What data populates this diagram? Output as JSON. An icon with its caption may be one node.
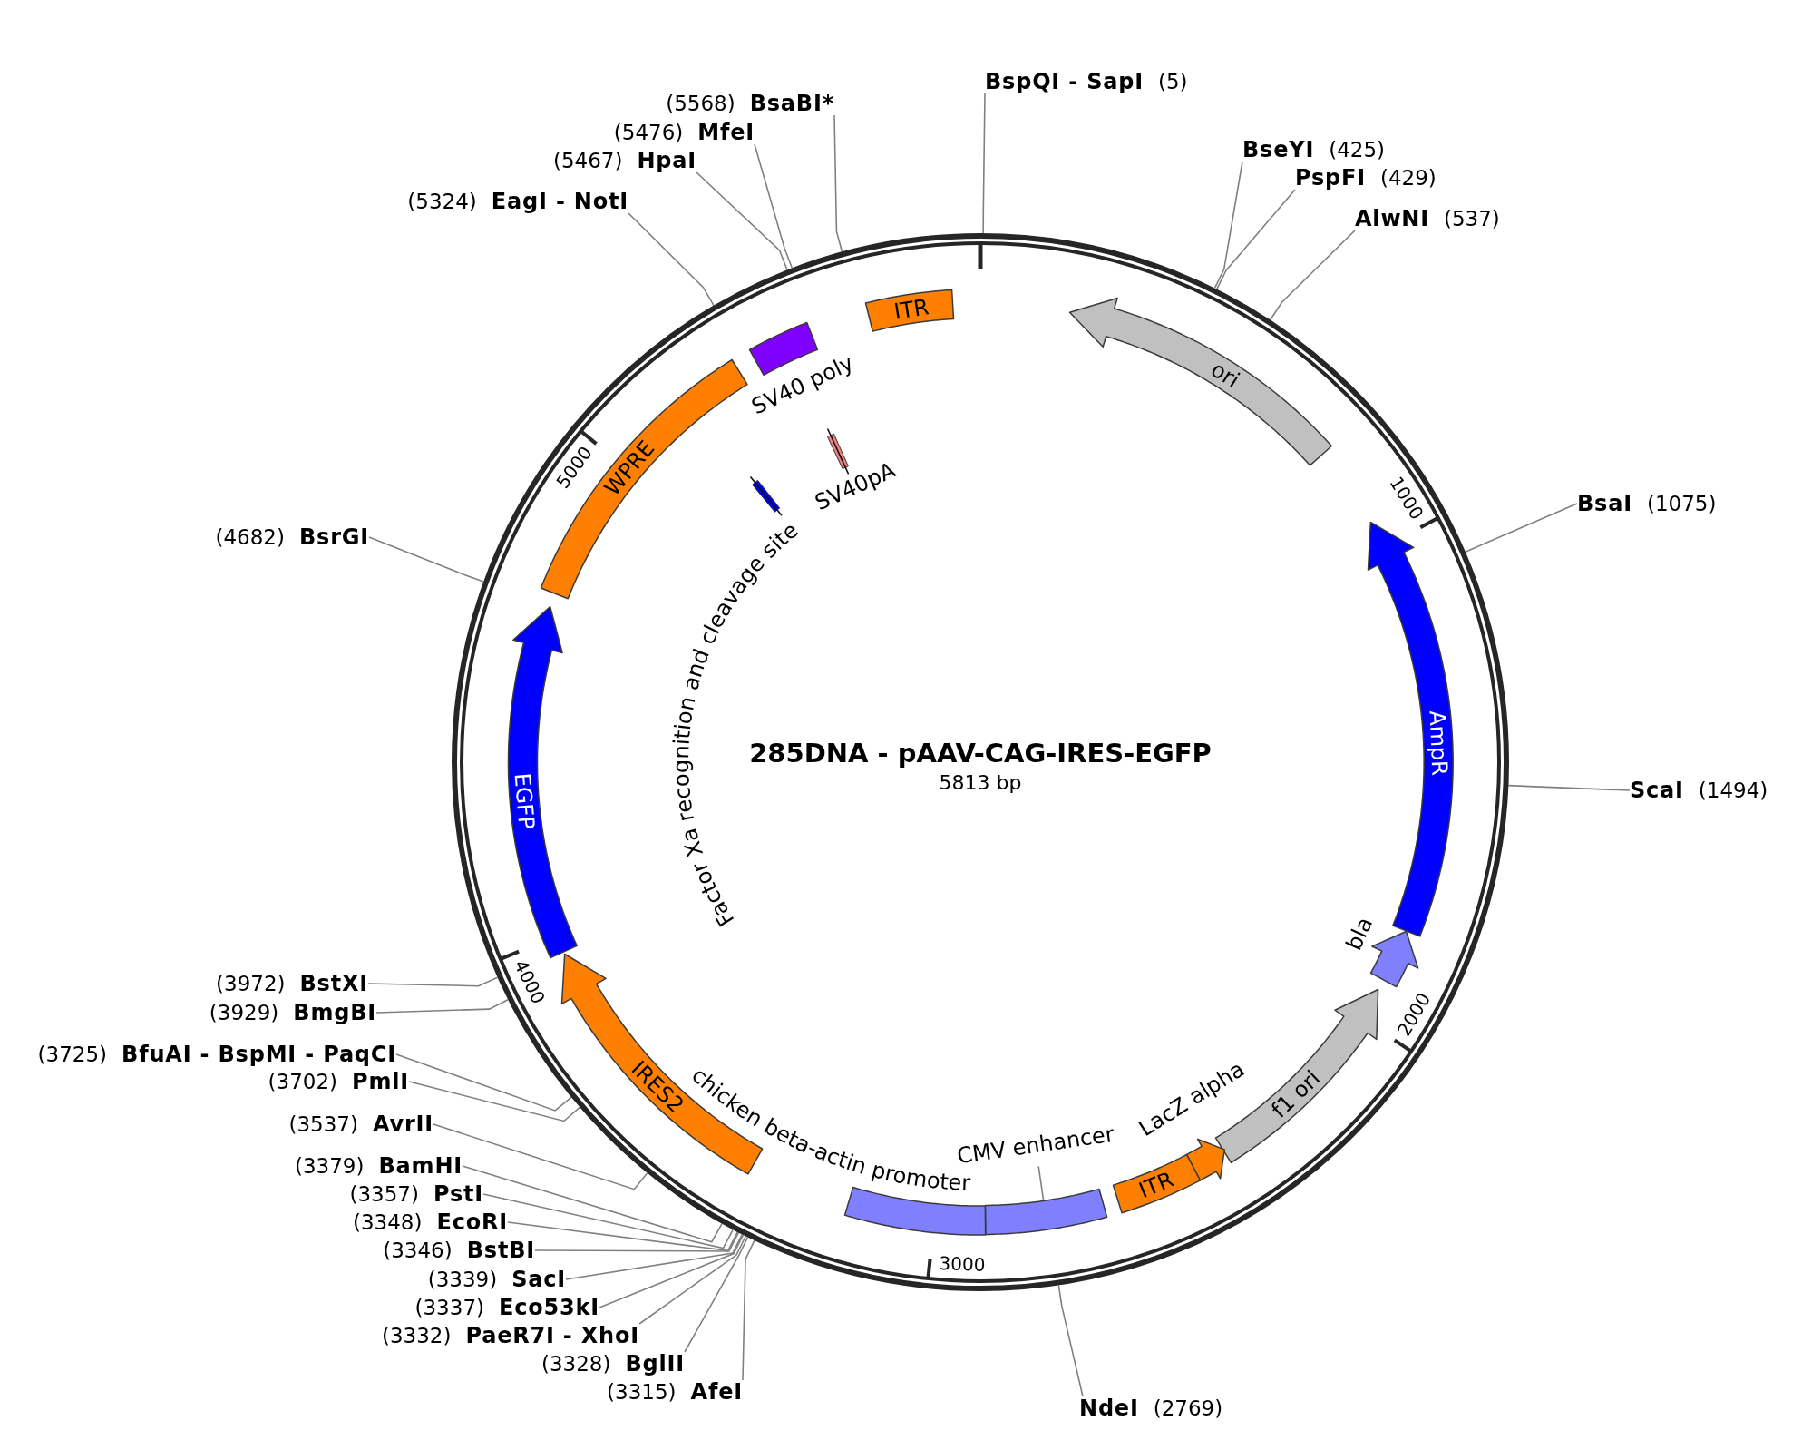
{
  "diagram": {
    "nodes": [
      {
        "text": [
          "285DNA - pAAV-CAG-IRES-EGFP",
          "5813 bp"
        ]
      },
      {
        "text": [
          "BspQI - SapI",
          "(5)"
        ]
      },
      {
        "text": [
          "BseYI",
          "(425)"
        ]
      },
      {
        "text": [
          "PspFI",
          "(429)"
        ]
      },
      {
        "text": [
          "AlwNI",
          "(537)"
        ]
      },
      {
        "text": [
          "BsaI",
          "(1075)"
        ]
      },
      {
        "text": [
          "ScaI",
          "(1494)"
        ]
      },
      {
        "text": [
          "NdeI",
          "(2769)"
        ]
      },
      {
        "text": [
          "(3315)",
          "AfeI"
        ]
      },
      {
        "text": [
          "(3328)",
          "BglII"
        ]
      },
      {
        "text": [
          "(3332)",
          "PaeR7I - XhoI"
        ]
      },
      {
        "text": [
          "(3337)",
          "Eco53kI"
        ]
      },
      {
        "text": [
          "(3339)",
          "SacI"
        ]
      },
      {
        "text": [
          "(3346)",
          "BstBI"
        ]
      },
      {
        "text": [
          "(3348)",
          "EcoRI"
        ]
      },
      {
        "text": [
          "(3357)",
          "PstI"
        ]
      },
      {
        "text": [
          "(3379)",
          "BamHI"
        ]
      },
      {
        "text": [
          "(3537)",
          "AvrII"
        ]
      },
      {
        "text": [
          "(3702)",
          "PmlI"
        ]
      },
      {
        "text": [
          "(3725)",
          "BfuAI - BspMI - PaqCI"
        ]
      },
      {
        "text": [
          "(3929)",
          "BmgBI"
        ]
      },
      {
        "text": [
          "(3972)",
          "BstXI"
        ]
      },
      {
        "text": [
          "(4682)",
          "BsrGI"
        ]
      },
      {
        "text": [
          "(5324)",
          "EagI - NotI"
        ]
      },
      {
        "text": [
          "(5467)",
          "HpaI"
        ]
      },
      {
        "text": [
          "(5476)",
          "MfeI"
        ]
      },
      {
        "text": [
          "(5568)",
          "BsaBI*"
        ]
      },
      {
        "text": [
          "ori"
        ],
        "in": 0
      },
      {
        "text": [
          "AmpR"
        ],
        "in": 0
      },
      {
        "text": [],
        "shape": "arrow",
        "beside": [
          "bla"
        ],
        "in": 0
      },
      {
        "text": [
          "f1 ori"
        ],
        "in": 0
      },
      {
        "text": [],
        "shape": "arrow",
        "beside": [
          "LacZ alpha"
        ],
        "in": 0
      },
      {
        "text": [
          "ITR"
        ],
        "in": 0
      },
      {
        "text": [],
        "shape": "bar",
        "in": 0
      },
      {
        "text": [
          "CMV enhancer"
        ],
        "in": 0
      },
      {
        "text": [],
        "shape": "bar",
        "beside": [
          "chicken beta-actin promoter"
        ],
        "in": 0
      },
      {
        "text": [
          "IRES2"
        ],
        "in": 0
      },
      {
        "text": [
          "EGFP"
        ],
        "in": 0
      },
      {
        "text": [
          "WPRE"
        ],
        "in": 0
      },
      {
        "text": [],
        "shape": "bar",
        "beside": [
          "Factor Xa recognition and cleavage site"
        ],
        "in": 0
      },
      {
        "text": [],
        "shape": "bar",
        "beside": [
          "SV40pA"
        ],
        "in": 0
      },
      {
        "text": [],
        "shape": "box",
        "beside": [
          "SV40 poly"
        ],
        "in": 0
      },
      {
        "text": [
          "ITR"
        ],
        "in": 0
      }
    ],
    "edges": [
      {
        "from": 1,
        "to": 0,
        "arrow": "none"
      },
      {
        "from": 2,
        "to": 0,
        "arrow": "none"
      },
      {
        "from": 3,
        "to": 0,
        "arrow": "none"
      },
      {
        "from": 4,
        "to": 0,
        "arrow": "none"
      },
      {
        "from": 5,
        "to": 0,
        "arrow": "none"
      },
      {
        "from": 6,
        "to": 0,
        "arrow": "none"
      },
      {
        "from": 7,
        "to": 0,
        "arrow": "none"
      },
      {
        "from": 8,
        "to": 0,
        "arrow": "none"
      },
      {
        "from": 9,
        "to": 0,
        "arrow": "none"
      },
      {
        "from": 10,
        "to": 0,
        "arrow": "none"
      },
      {
        "from": 11,
        "to": 0,
        "arrow": "none"
      },
      {
        "from": 12,
        "to": 0,
        "arrow": "none"
      },
      {
        "from": 13,
        "to": 0,
        "arrow": "none"
      },
      {
        "from": 14,
        "to": 0,
        "arrow": "none"
      },
      {
        "from": 15,
        "to": 0,
        "arrow": "none"
      },
      {
        "from": 16,
        "to": 0,
        "arrow": "none"
      },
      {
        "from": 17,
        "to": 0,
        "arrow": "none"
      },
      {
        "from": 18,
        "to": 0,
        "arrow": "none"
      },
      {
        "from": 19,
        "to": 0,
        "arrow": "none"
      },
      {
        "from": 20,
        "to": 0,
        "arrow": "none"
      },
      {
        "from": 21,
        "to": 0,
        "arrow": "none"
      },
      {
        "from": 22,
        "to": 0,
        "arrow": "none"
      },
      {
        "from": 23,
        "to": 0,
        "arrow": "none"
      },
      {
        "from": 24,
        "to": 0,
        "arrow": "none"
      },
      {
        "from": 25,
        "to": 0,
        "arrow": "none"
      },
      {
        "from": 26,
        "to": 0,
        "arrow": "none"
      },
      {
        "from": 34,
        "to": 33,
        "arrow": "none"
      }
    ],
    "labels": [
      "1000",
      "2000",
      "3000",
      "4000",
      "5000"
    ]
  }
}
